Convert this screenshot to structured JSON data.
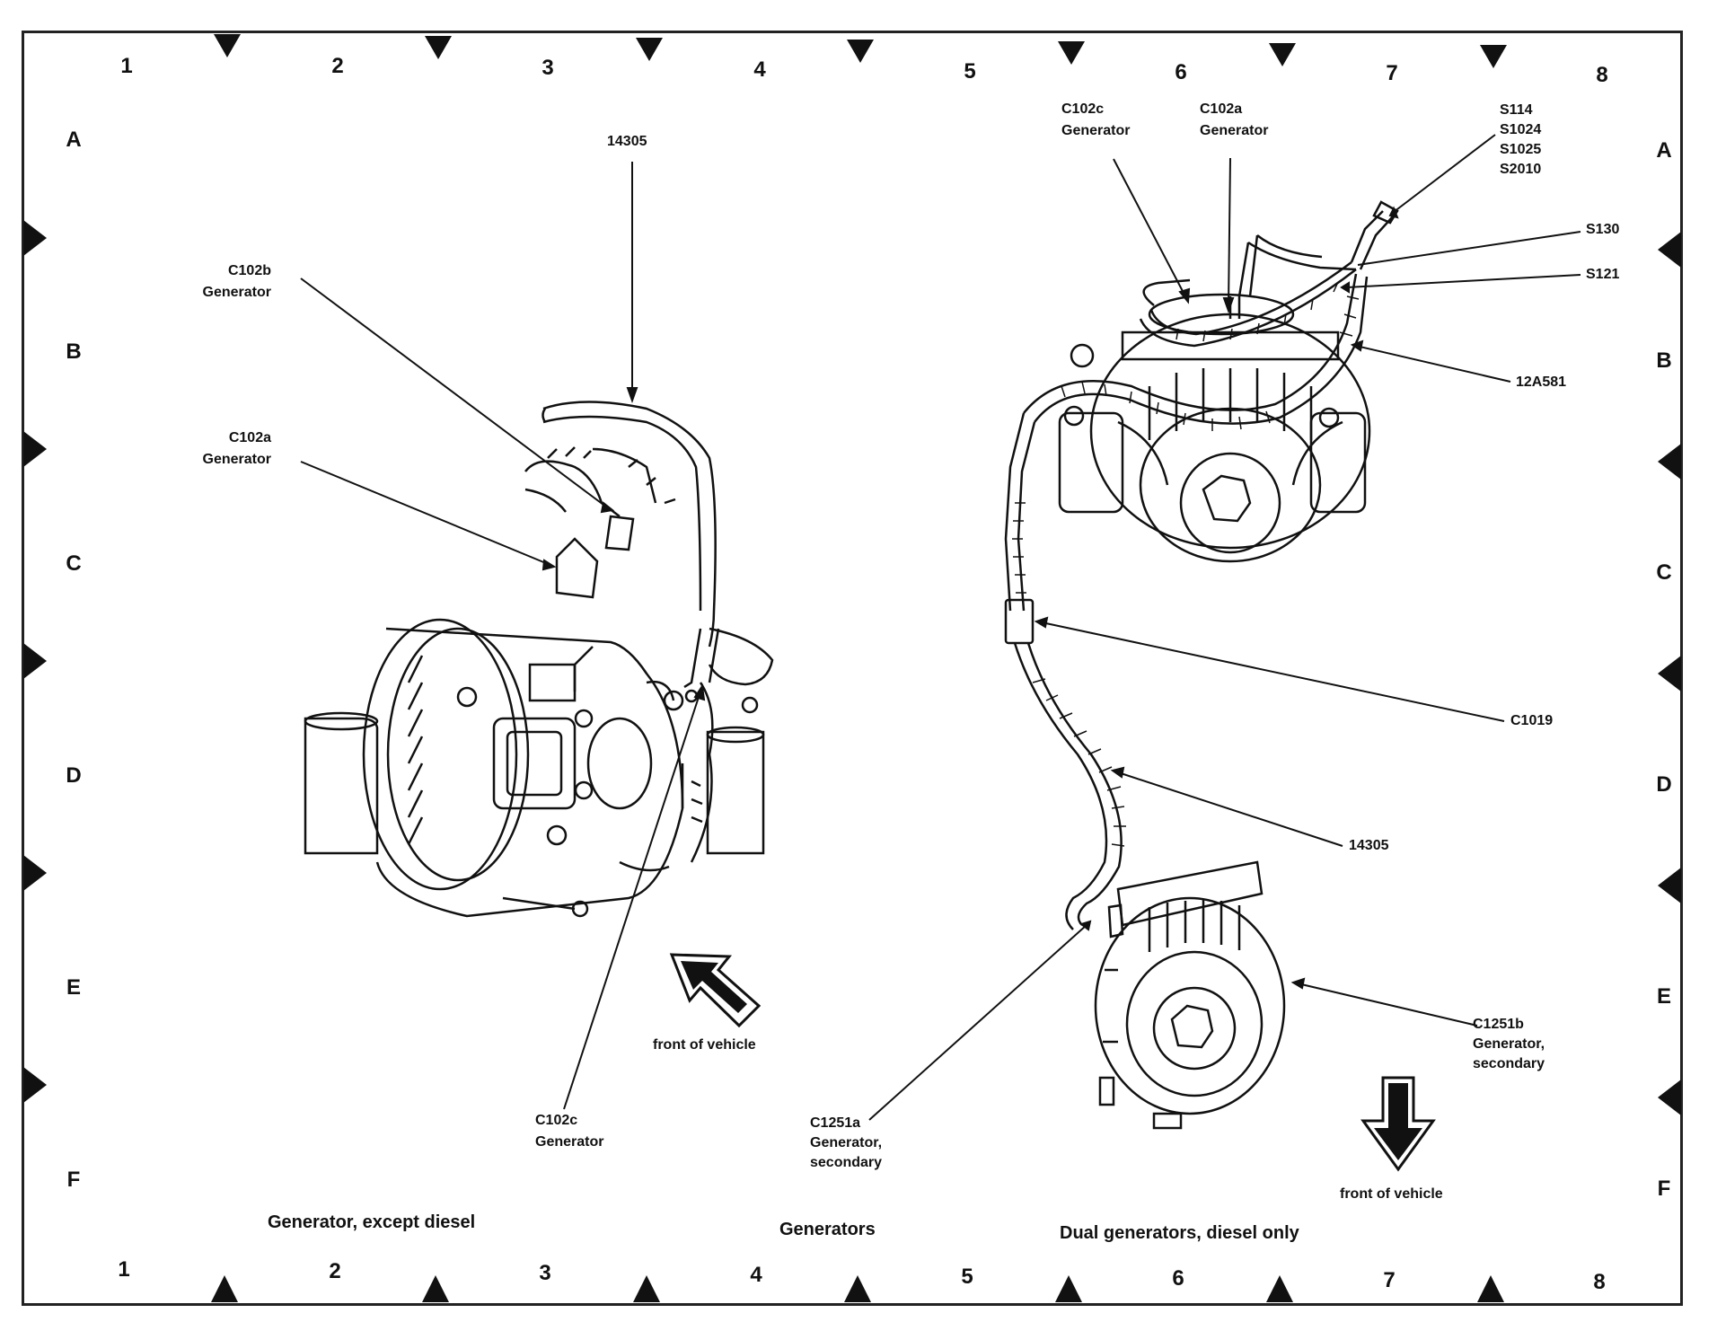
{
  "grid": {
    "columns": [
      "1",
      "2",
      "3",
      "4",
      "5",
      "6",
      "7",
      "8"
    ],
    "rows": [
      "A",
      "B",
      "C",
      "D",
      "E",
      "F"
    ]
  },
  "captions": {
    "left": "Generator, except diesel",
    "center": "Generators",
    "right": "Dual generators, diesel only"
  },
  "left_view": {
    "harness": "14305",
    "c102b": "C102b\nGenerator",
    "c102a": "C102a\nGenerator",
    "c102c": "C102c\nGenerator",
    "front": "front of vehicle"
  },
  "right_view": {
    "c102c": "C102c\nGenerator",
    "c102a": "C102a\nGenerator",
    "splices": "S114\nS1024\nS1025\nS2010",
    "s130": "S130",
    "s121": "S121",
    "harness_12a581": "12A581",
    "c1019": "C1019",
    "harness_14305": "14305",
    "c1251a": "C1251a\nGenerator,\nsecondary",
    "c1251b": "C1251b\nGenerator,\nsecondary",
    "front": "front of vehicle"
  },
  "colors": {
    "ink": "#111111",
    "paper": "#ffffff"
  }
}
